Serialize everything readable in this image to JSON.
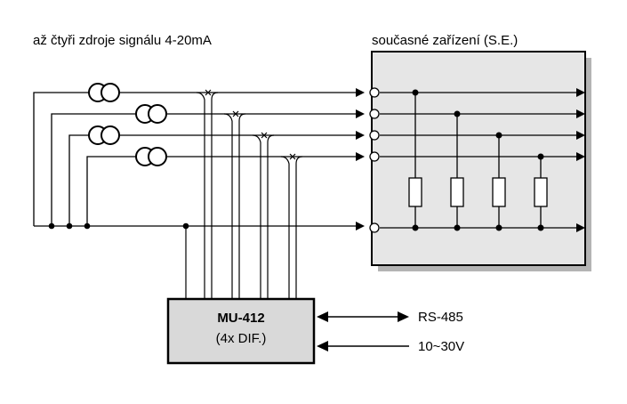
{
  "title_left": "až čtyři zdroje signálu 4-20mA",
  "title_right": "současné zařízení (S.E.)",
  "module": {
    "name": "MU-412",
    "subtitle": "(4x DIF.)"
  },
  "ports": {
    "comm": "RS-485",
    "power": "10~30V"
  },
  "colors": {
    "device_fill": "#e6e6e6",
    "module_fill": "#d9d9d9",
    "line": "#000000"
  },
  "icons": [
    "current-source-icon",
    "arrow-icon",
    "resistor-icon",
    "junction-dot-icon",
    "crossover-icon"
  ]
}
